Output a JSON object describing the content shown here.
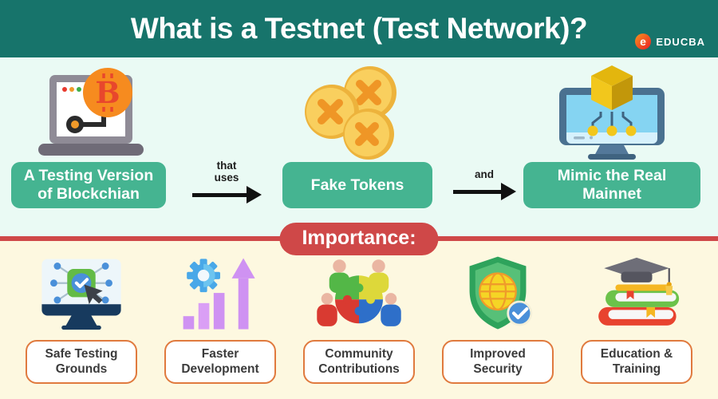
{
  "header": {
    "title": "What is a Testnet (Test Network)?",
    "brand": "EDUCBA"
  },
  "flow": {
    "steps": [
      {
        "label": "A Testing Version of Blockchian",
        "icon": "laptop-bitcoin-icon"
      },
      {
        "label": "Fake Tokens",
        "icon": "fake-coins-icon"
      },
      {
        "label": "Mimic the Real Mainnet",
        "icon": "monitor-cube-icon"
      }
    ],
    "connectors": [
      {
        "label": "that uses"
      },
      {
        "label": "and"
      }
    ]
  },
  "divider": {
    "label": "Importance:"
  },
  "importance": {
    "items": [
      {
        "label": "Safe Testing Grounds",
        "icon": "safe-testing-icon"
      },
      {
        "label": "Faster Development",
        "icon": "faster-development-icon"
      },
      {
        "label": "Community Contributions",
        "icon": "community-contributions-icon"
      },
      {
        "label": "Improved Security",
        "icon": "improved-security-icon"
      },
      {
        "label": "Education & Training",
        "icon": "education-training-icon"
      }
    ]
  },
  "icons": [
    "educba-e-icon",
    "laptop-bitcoin-icon",
    "fake-coins-icon",
    "monitor-cube-icon",
    "safe-testing-icon",
    "faster-development-icon",
    "community-contributions-icon",
    "improved-security-icon",
    "education-training-icon"
  ],
  "colors": {
    "header_teal": "#17746b",
    "mint_bg": "#eafaf4",
    "cream_bg": "#fdf8e0",
    "accent_red": "#cf4848",
    "step_green": "#45b491",
    "box_border_orange": "#e07a3e"
  }
}
